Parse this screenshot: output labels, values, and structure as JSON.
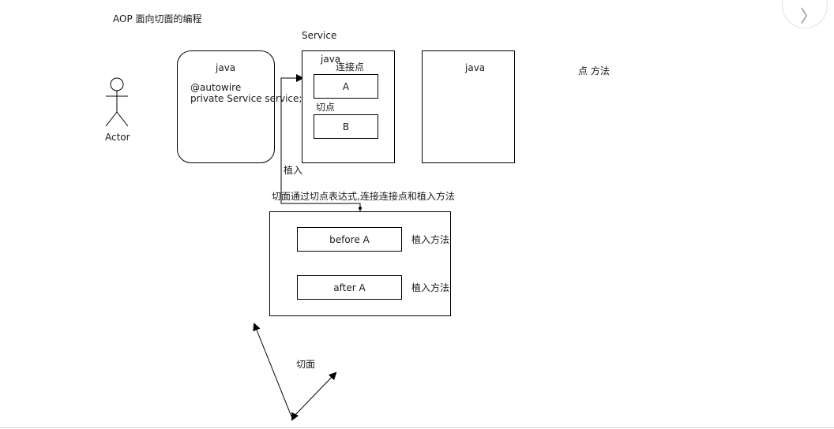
{
  "diagram": {
    "title": "AOP   面向切面的编程",
    "actor_label": "Actor",
    "client_box": {
      "title": "java",
      "line1": "@autowire",
      "line2": "private Service service;"
    },
    "service_label": "Service",
    "service_box": {
      "title": "java",
      "joinpoint_label": "连接点",
      "box_a": "A",
      "pointcut_label": "切点",
      "box_b": "B"
    },
    "third_box": {
      "title": "java"
    },
    "point_method_label": "点  方法",
    "weave_label": "植入",
    "aspect_desc": "切面通过切点表达式,连接连接点和植入方法",
    "aspect_box": {
      "before": "before A",
      "after": "after A",
      "weave_method_1": "植入方法",
      "weave_method_2": "植入方法"
    },
    "aspect_label": "切面"
  },
  "nav": {
    "icon": "chevron-right-icon",
    "glyph": "〉"
  },
  "colors": {
    "line": "#000000",
    "text": "#1a1a1a"
  }
}
